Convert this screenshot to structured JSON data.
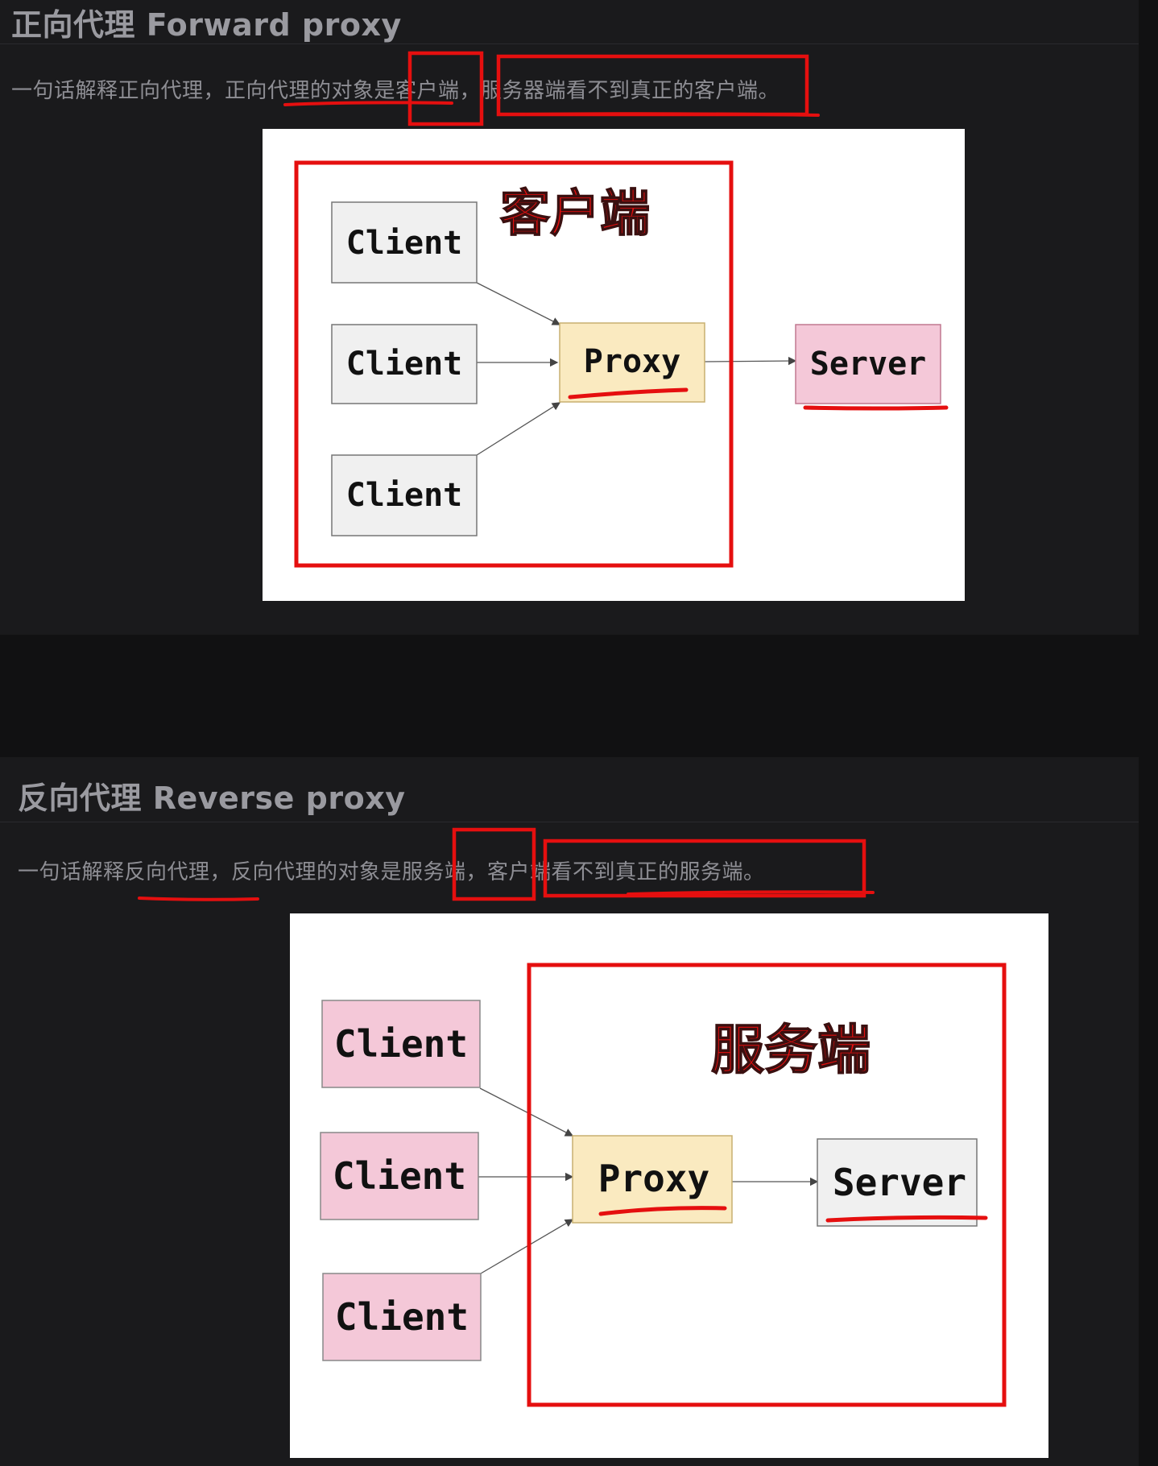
{
  "forward": {
    "heading": "正向代理 Forward proxy",
    "sentence": "一句话解释正向代理，正向代理的对象是客户端，服务器端看不到真正的客户端。",
    "diagram": {
      "group_label": "客户端",
      "clients": [
        "Client",
        "Client",
        "Client"
      ],
      "proxy": "Proxy",
      "server": "Server"
    }
  },
  "reverse": {
    "heading": "反向代理 Reverse proxy",
    "sentence": "一句话解释反向代理，反向代理的对象是服务端，客户端看不到真正的服务端。",
    "diagram": {
      "group_label": "服务端",
      "clients": [
        "Client",
        "Client",
        "Client"
      ],
      "proxy": "Proxy",
      "server": "Server"
    }
  },
  "colors": {
    "annotation_red": "#e50f0f",
    "client_gray": "#f0f0f0",
    "client_pink": "#f4c8d8",
    "proxy_yellow": "#faeac0",
    "server_pink": "#f4c8d8",
    "server_gray": "#f0f0f0"
  }
}
